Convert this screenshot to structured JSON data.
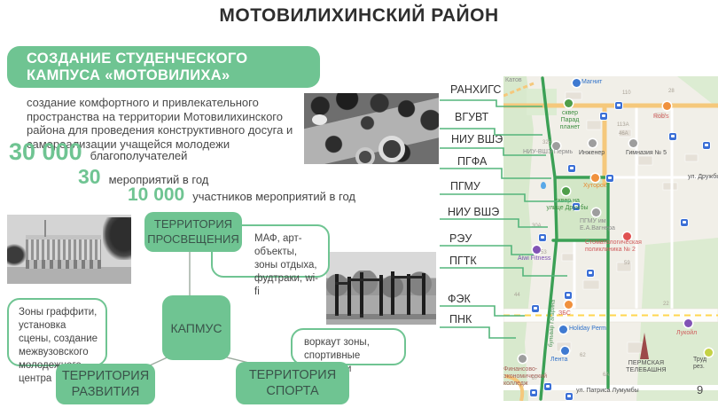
{
  "page": {
    "title": "МОТОВИЛИХИНСКИЙ РАЙОН",
    "page_number": "9"
  },
  "project": {
    "header": "СОЗДАНИЕ СТУДЕНЧЕСКОГО КАМПУСА «МОТОВИЛИХА»",
    "description": "создание комфортного и привлекательного пространства на территории Мотовилихинского района для проведения конструктивного досуга и самореализации учащейся молодежи",
    "stats": [
      {
        "value": "30 000",
        "label": "благополучателей"
      },
      {
        "value": "30",
        "label": "мероприятий в год"
      },
      {
        "value": "10 000",
        "label": "участников мероприятий в год"
      }
    ]
  },
  "diagram": {
    "center": "КАПМУС",
    "territory_enlightenment": "ТЕРРИТОРИЯ ПРОСВЕЩЕНИЯ",
    "territory_development": "ТЕРРИТОРИЯ РАЗВИТИЯ",
    "territory_sport": "ТЕРРИТОРИЯ СПОРТА",
    "enlightenment_details": "МАФ, арт-объекты, зоны отдыха, фудтраки, wi-fi",
    "development_details": "Зоны граффити, установка сцены, создание межвузовского молодежного центра",
    "sport_details": "воркаут зоны, спортивные площадки"
  },
  "map": {
    "university_callouts": [
      "РАНХИГС",
      "ВГУВТ",
      "НИУ ВШЭ",
      "ПГФА",
      "ПГМУ",
      "НИУ ВШЭ",
      "РЭУ",
      "ПГТК",
      "ФЭК",
      "ПНК"
    ],
    "labels": {
      "katov": "Катов",
      "magnit": "Магнит",
      "skver_parad": "сквер Парад планет",
      "robs": "Rob's",
      "hse_perm": "НИУ-ВШЭ Пермь",
      "inzhener": "Инженер",
      "gymnasium5": "Гимназия № 5",
      "ul_druzhby": "ул. Дружбы",
      "khutorok": "Хуторок",
      "skver_druzhby": "сквер на улице Дружбы",
      "pgmu": "ПГМУ им. Е.А.Вагнера",
      "dental_clinic": "Стоматологическая поликлиника № 2",
      "aiwi_fitness": "Aiwi Fitness",
      "zbs": "ЗБС",
      "holiday_perm": "Holiday Perm",
      "lenta": "Лента",
      "tv_tower": "ПЕРМСКАЯ ТЕЛЕБАШНЯ",
      "lukoil": "Лукойл",
      "fin_college": "Финансово-экономический колледж",
      "ul_lumumby": "ул. Патриса Лумумбы",
      "trud": "Труд рез.",
      "gagarina": "бульвар Гагарина"
    },
    "building_numbers": [
      "110",
      "28",
      "113А",
      "46А",
      "326",
      "30А",
      "53",
      "44",
      "87",
      "62",
      "6А",
      "59",
      "22"
    ]
  }
}
